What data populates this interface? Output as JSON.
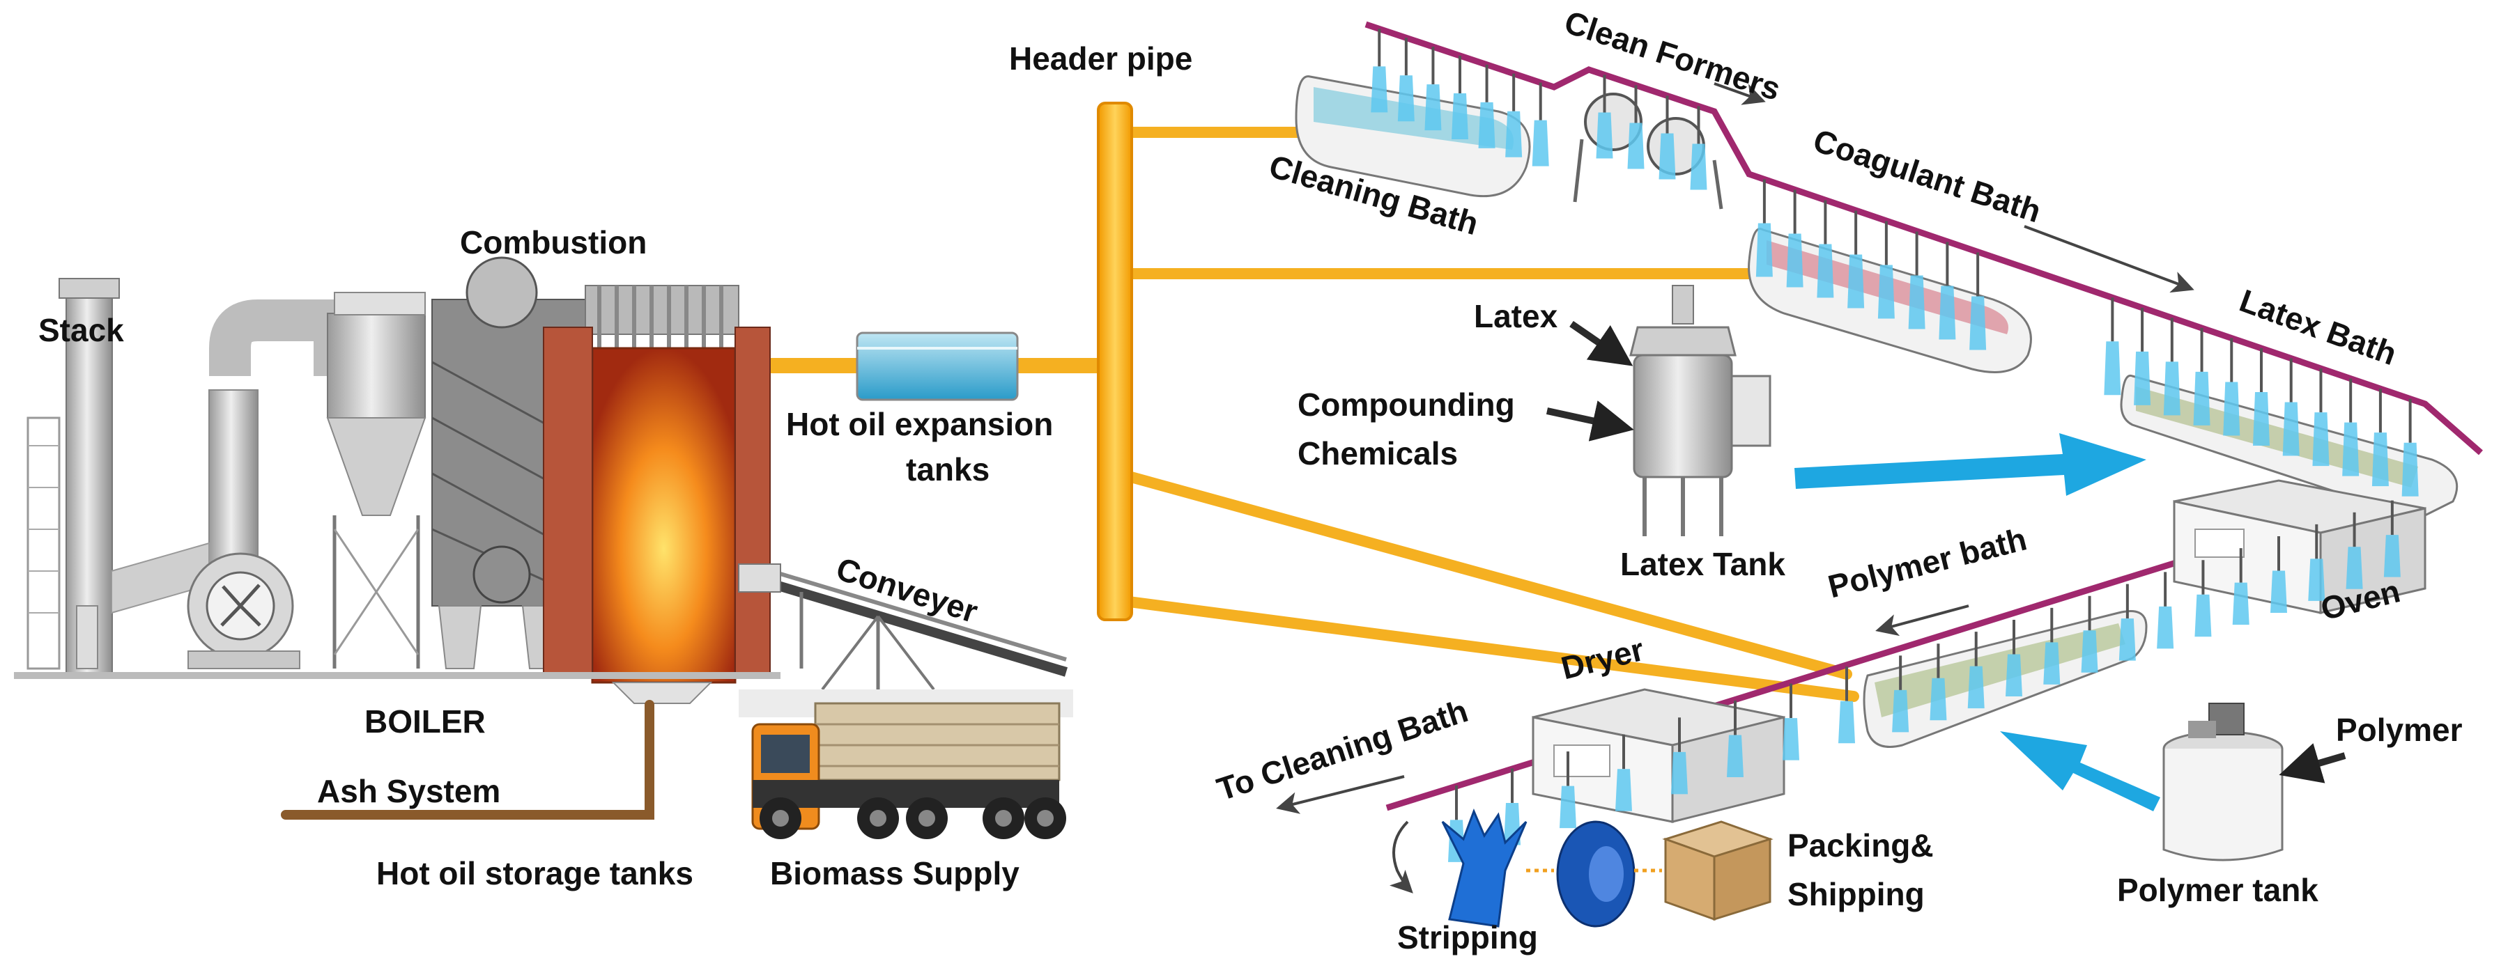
{
  "labels": {
    "stack": "Stack",
    "combustion": "Combustion",
    "boiler": "BOILER",
    "ash_system": "Ash System",
    "hot_oil_storage": "Hot oil storage tanks",
    "biomass_supply": "Biomass Supply",
    "conveyer": "Conveyer",
    "hot_oil_expansion_line1": "Hot oil expansion",
    "hot_oil_expansion_line2": "tanks",
    "header_pipe": "Header pipe",
    "clean_formers": "Clean Formers",
    "cleaning_bath": "Cleaning Bath",
    "coagulant_bath": "Coagulant Bath",
    "latex_bath": "Latex Bath",
    "latex": "Latex",
    "compounding_line1": "Compounding",
    "compounding_line2": "Chemicals",
    "latex_tank": "Latex Tank",
    "oven": "Oven",
    "polymer_bath": "Polymer bath",
    "dryer": "Dryer",
    "to_cleaning_bath": "To Cleaning Bath",
    "polymer": "Polymer",
    "polymer_tank": "Polymer tank",
    "packing_line1": "Packing&",
    "packing_line2": "Shipping",
    "stripping": "Stripping"
  },
  "colors": {
    "hot_oil_pipe": "#f5b021",
    "pipe_edge": "#e08a00",
    "ash_line": "#8a5a2b",
    "chain": "#a0286e",
    "flow_arrow": "#1ea7e1",
    "former_glove": "#5ec8f0",
    "bath_wash": "#8fcfe0",
    "bath_coagulant": "#d98a95",
    "bath_latex": "#b9c49a",
    "bath_polymer": "#b8c79a",
    "fire": "#f07a1a",
    "truck_cab": "#f08c1e"
  },
  "icons": {
    "stack": "chimney-stack-icon",
    "boiler": "boiler-icon",
    "truck": "biomass-truck-icon",
    "latex_tank": "mixing-tank-icon",
    "polymer_tank": "polymer-tank-icon",
    "gloves": "gloves-icon",
    "stack_of_gloves": "glove-roll-icon",
    "box": "shipping-box-icon"
  }
}
